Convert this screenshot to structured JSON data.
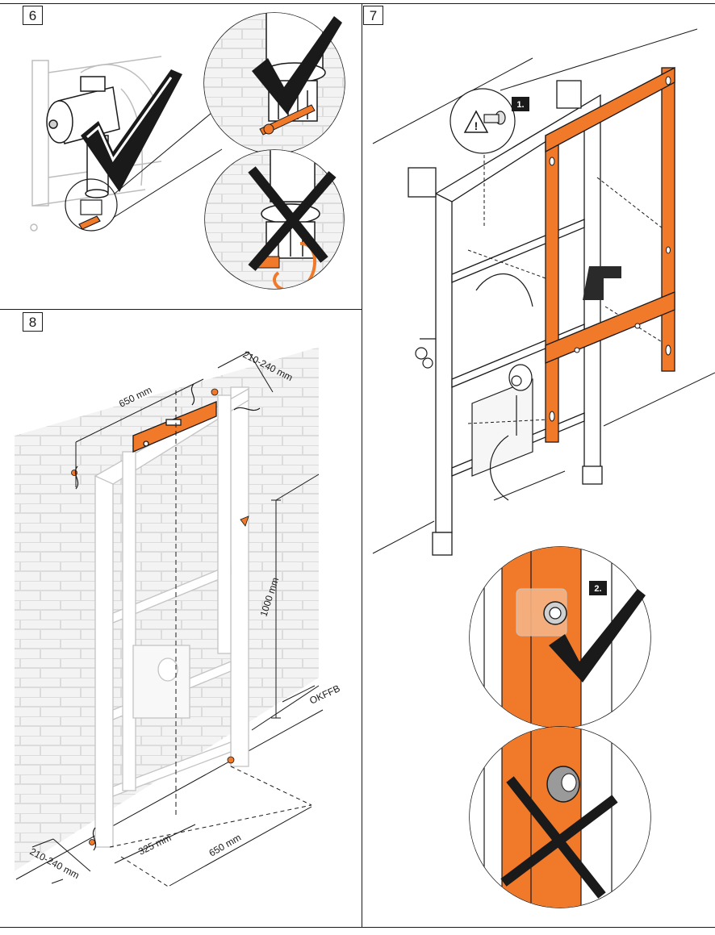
{
  "panels": [
    {
      "step": "6"
    },
    {
      "step": "7"
    },
    {
      "step": "8"
    }
  ],
  "panel7": {
    "sub_step_1": "1.",
    "sub_step_2": "2.",
    "warning_symbol": "!"
  },
  "panel8": {
    "dimensions": {
      "top_width": "650 mm",
      "top_depth": "210-240 mm",
      "height": "1000 mm",
      "floor_ref": "OKFFB",
      "bottom_center": "325 mm",
      "bottom_width": "650 mm",
      "bottom_depth": "210-240 mm"
    }
  },
  "colors": {
    "accent": "#f07a2a",
    "line": "#1a1a1a",
    "frame_gray": "#d8d8d8",
    "brick_gray": "#e9e9e9"
  },
  "icons": [
    "checkmark-icon",
    "cross-icon",
    "warning-triangle-icon",
    "spirit-level-icon"
  ]
}
